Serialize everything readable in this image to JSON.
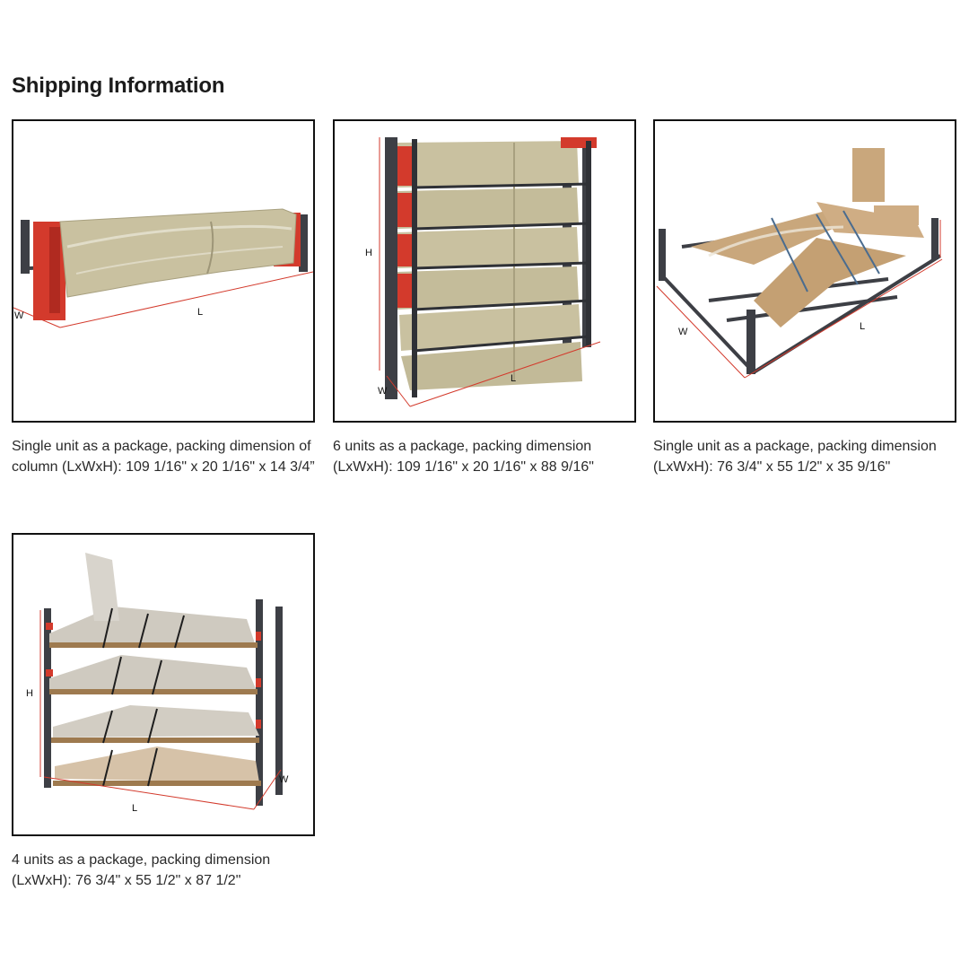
{
  "page": {
    "title": "Shipping Information"
  },
  "packages": [
    {
      "id": "column-single",
      "caption": "Single unit as a package, packing dimension of column (LxWxH): 109 1/16\" x 20 1/16\" x 14 3/4”",
      "labels": {
        "l": "L",
        "w": "W"
      }
    },
    {
      "id": "column-six",
      "caption": "6 units as a package, packing dimension (LxWxH): 109 1/16\" x 20 1/16\" x 88 9/16\"",
      "labels": {
        "l": "L",
        "w": "W",
        "h": "H"
      }
    },
    {
      "id": "arms-single",
      "caption": "Single unit as a package, packing dimension (LxWxH): 76 3/4\" x 55 1/2\" x 35 9/16\"",
      "labels": {
        "l": "L",
        "w": "W"
      }
    },
    {
      "id": "arms-four",
      "caption": "4 units as a package, packing dimension (LxWxH): 76 3/4\" x 55 1/2\" x 87 1/2\"",
      "labels": {
        "l": "L",
        "w": "W",
        "h": "H"
      }
    }
  ]
}
